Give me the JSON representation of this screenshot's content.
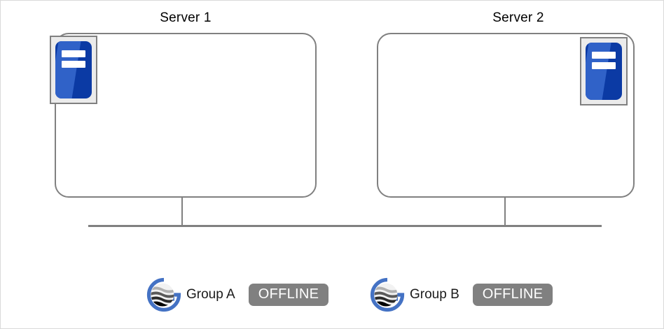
{
  "diagram": {
    "type": "cluster-topology",
    "servers": [
      {
        "title": "Server 1",
        "icon": "server-icon",
        "icon_position": "top-left"
      },
      {
        "title": "Server 2",
        "icon": "server-icon",
        "icon_position": "top-right"
      }
    ],
    "network": {
      "bus_label": "",
      "connector_icon": "network-bus-line"
    },
    "legend": [
      {
        "logo_icon": "globe-g-logo-icon",
        "label": "Group A",
        "status": "OFFLINE"
      },
      {
        "logo_icon": "globe-g-logo-icon",
        "label": "Group B",
        "status": "OFFLINE"
      }
    ]
  },
  "colors": {
    "box_border": "#808080",
    "icon_frame": "#808080",
    "icon_frame_fill": "#ebebeb",
    "icon_blue_dark": "#0b3aa4",
    "icon_blue_light": "#3062c8",
    "status_badge_bg": "#808080",
    "status_badge_text": "#ffffff",
    "logo_ring": "#4472c4",
    "line": "#808080",
    "page_border": "#d9d9d9",
    "title_text": "#000000"
  }
}
